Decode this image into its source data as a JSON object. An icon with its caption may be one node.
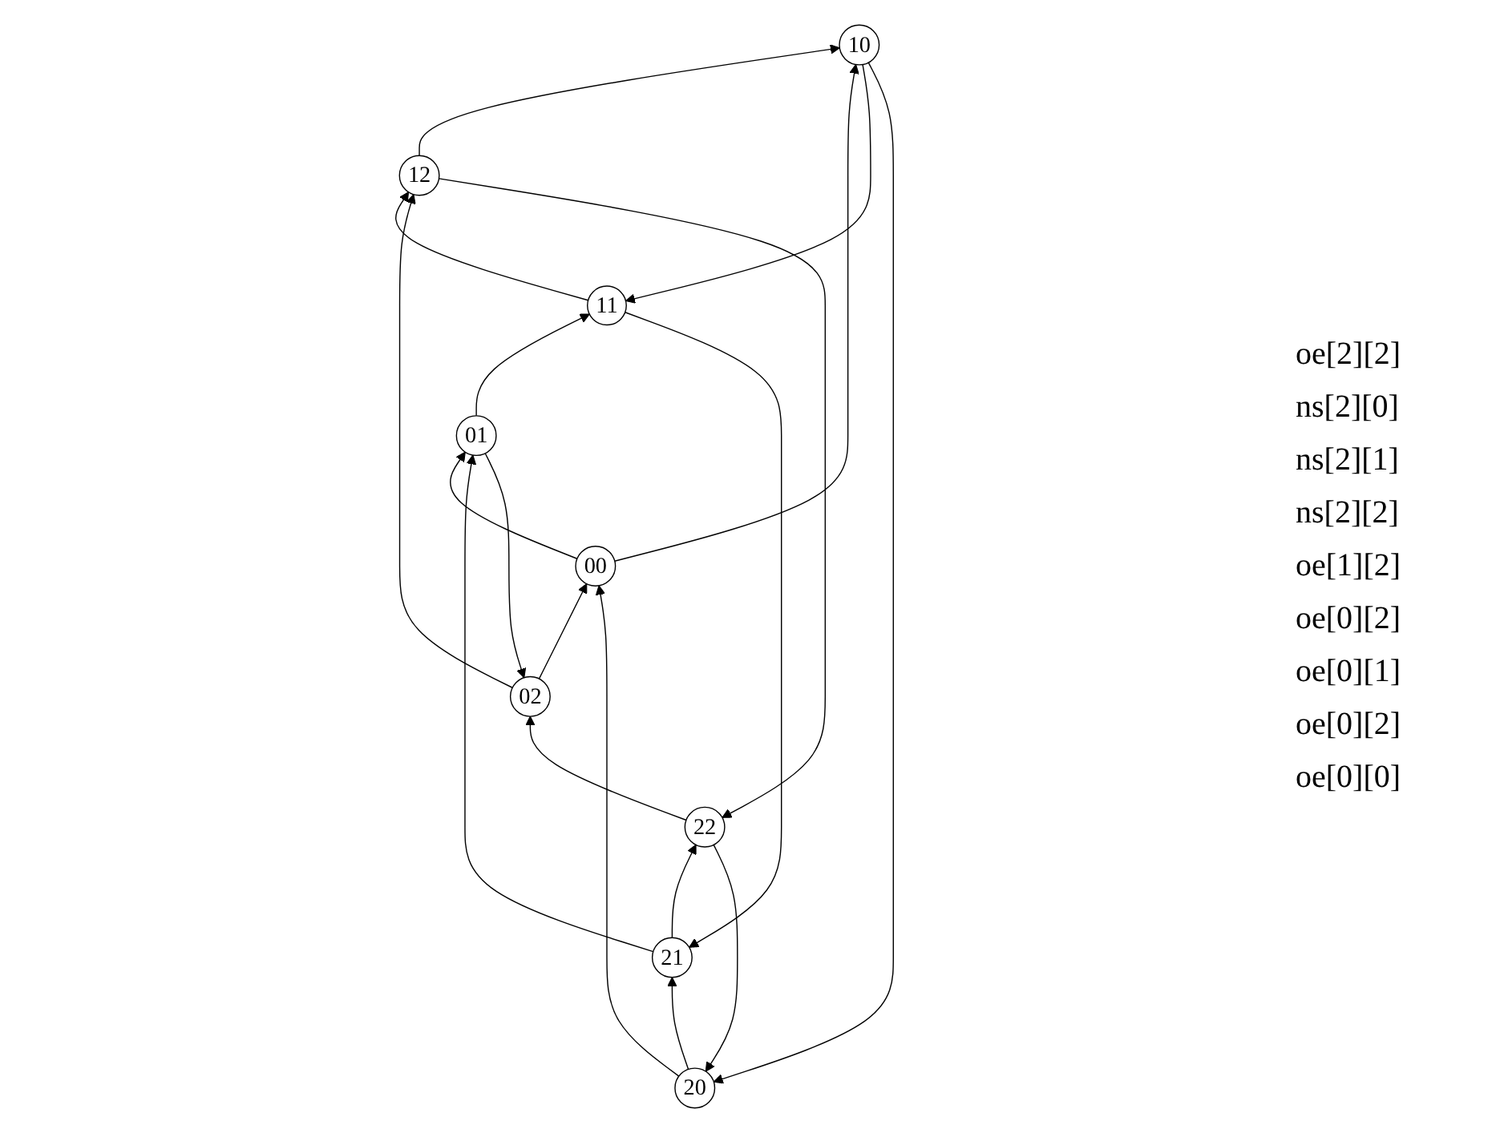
{
  "diagram": {
    "nodes": [
      {
        "text": [
          "20"
        ]
      },
      {
        "text": [
          "21"
        ]
      },
      {
        "text": [
          "22"
        ]
      },
      {
        "text": [
          "10"
        ]
      },
      {
        "text": [
          "11"
        ]
      },
      {
        "text": [
          "12"
        ]
      },
      {
        "text": [
          "00"
        ]
      },
      {
        "text": [
          "01"
        ]
      },
      {
        "text": [
          "02"
        ]
      }
    ],
    "edges": [
      {
        "from": 0,
        "to": 1,
        "arrow": "to"
      },
      {
        "from": 1,
        "to": 2,
        "arrow": "to"
      },
      {
        "from": 2,
        "to": 0,
        "arrow": "to"
      },
      {
        "from": 3,
        "to": 4,
        "arrow": "to"
      },
      {
        "from": 4,
        "to": 5,
        "arrow": "to"
      },
      {
        "from": 5,
        "to": 3,
        "arrow": "to"
      },
      {
        "from": 6,
        "to": 7,
        "arrow": "to"
      },
      {
        "from": 7,
        "to": 8,
        "arrow": "to"
      },
      {
        "from": 8,
        "to": 6,
        "arrow": "to"
      },
      {
        "from": 6,
        "to": 3,
        "arrow": "to"
      },
      {
        "from": 3,
        "to": 0,
        "arrow": "to"
      },
      {
        "from": 0,
        "to": 6,
        "arrow": "to"
      },
      {
        "from": 7,
        "to": 4,
        "arrow": "to"
      },
      {
        "from": 4,
        "to": 1,
        "arrow": "to"
      },
      {
        "from": 1,
        "to": 7,
        "arrow": "to"
      },
      {
        "from": 8,
        "to": 5,
        "arrow": "to"
      },
      {
        "from": 5,
        "to": 2,
        "arrow": "to"
      },
      {
        "from": 2,
        "to": 8,
        "arrow": "to"
      }
    ],
    "labels": [
      "oe[2][2]",
      "ns[2][0]",
      "ns[2][1]",
      "ns[2][2]",
      "oe[1][2]",
      "oe[0][2]",
      "oe[0][1]",
      "oe[0][2]",
      "oe[0][0]"
    ]
  }
}
